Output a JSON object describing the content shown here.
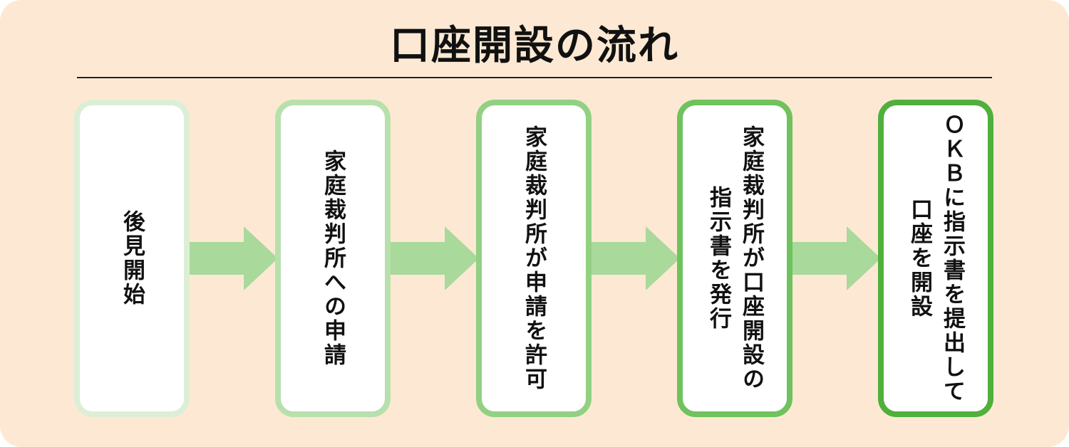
{
  "title": "口座開設の流れ",
  "steps": [
    {
      "label": "後見開始",
      "border_color": "#dcefd6"
    },
    {
      "label": "家庭裁判所への申請",
      "border_color": "#b7e0ad"
    },
    {
      "label": "家庭裁判所が申請を許可",
      "border_color": "#92d083"
    },
    {
      "label": "家庭裁判所が口座開設の\n指示書を発行",
      "border_color": "#6fc25d"
    },
    {
      "label": "ＯＫＢに指示書を提出して\n口座を開設",
      "border_color": "#4fb03c"
    }
  ],
  "colors": {
    "background": "#fde9d3",
    "arrow": "#a9d99b"
  }
}
